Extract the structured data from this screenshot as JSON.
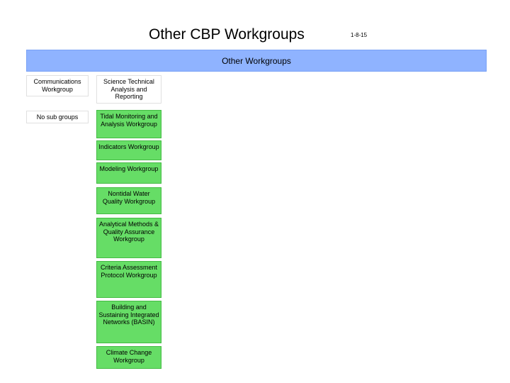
{
  "title": "Other CBP Workgroups",
  "date": "1-8-15",
  "header": "Other Workgroups",
  "left_column": {
    "top": "Communications Workgroup",
    "sub": "No sub groups"
  },
  "right_column": {
    "top": "Science Technical Analysis and Reporting",
    "items": [
      "Tidal Monitoring and Analysis Workgroup",
      "Indicators Workgroup",
      "Modeling Workgroup",
      "Nontidal Water Quality Workgroup",
      "Analytical Methods & Quality Assurance Workgroup",
      "Criteria Assessment Protocol Workgroup",
      "Building and Sustaining Integrated Networks (BASIN)",
      "Climate Change Workgroup"
    ]
  },
  "colors": {
    "header_blue": "#8fb3ff",
    "box_green": "#66dd66"
  }
}
